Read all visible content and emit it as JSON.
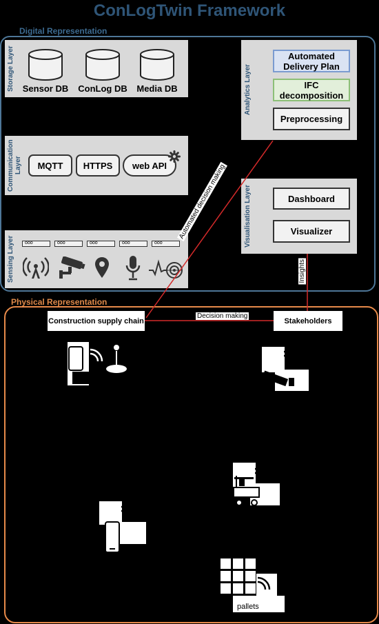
{
  "title": "ConLogTwin Framework",
  "digital": {
    "label": "Digital Representation",
    "storage": {
      "label": "Storage Layer",
      "items": [
        "Sensor DB",
        "ConLog DB",
        "Media DB"
      ]
    },
    "communication": {
      "label": "Communication Layer",
      "items": [
        "MQTT",
        "HTTPS",
        "web API"
      ]
    },
    "sensing": {
      "label": "Sensing Layer",
      "strip_text": "ooo"
    },
    "analytics": {
      "label": "Analytics Layer",
      "items": [
        "Automated Delivery Plan",
        "IFC decomposition",
        "Preprocessing"
      ]
    },
    "visualisation": {
      "label": "Visualisation Layer",
      "items": [
        "Dashboard",
        "Visualizer"
      ]
    }
  },
  "physical": {
    "label": "Physical Representation",
    "supply_chain": "Construction supply chain",
    "stakeholders": "Stakeholders",
    "pallets_label": "pallets"
  },
  "edges": {
    "automated_decision": "Automated decision making",
    "decision": "Decision making",
    "insights": "Insights"
  },
  "colors": {
    "title": "#2f5577",
    "digital_frame": "#4e7798",
    "physical_frame": "#e88a4a",
    "delivery_plan_fill": "#dae3f3",
    "delivery_plan_border": "#7a9bd0",
    "ifc_fill": "#e2efda",
    "ifc_border": "#8cbf77",
    "edge_line": "#d42a2a"
  }
}
